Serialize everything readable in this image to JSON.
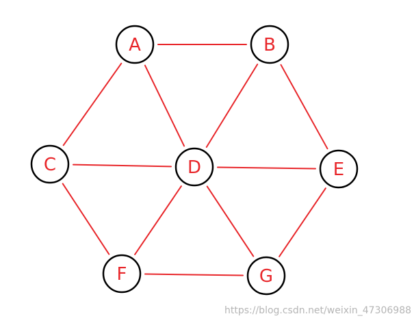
{
  "graph": {
    "nodes": [
      "A",
      "B",
      "C",
      "D",
      "E",
      "F",
      "G"
    ],
    "edges": [
      [
        "A",
        "B"
      ],
      [
        "A",
        "C"
      ],
      [
        "A",
        "D"
      ],
      [
        "B",
        "D"
      ],
      [
        "B",
        "E"
      ],
      [
        "C",
        "D"
      ],
      [
        "C",
        "F"
      ],
      [
        "D",
        "E"
      ],
      [
        "D",
        "F"
      ],
      [
        "D",
        "G"
      ],
      [
        "E",
        "G"
      ],
      [
        "F",
        "G"
      ]
    ],
    "edge_color": "#e8262a",
    "node_border_color": "#000000",
    "label_color": "#e8262a"
  },
  "watermark": "https://blog.csdn.net/weixin_47306988"
}
